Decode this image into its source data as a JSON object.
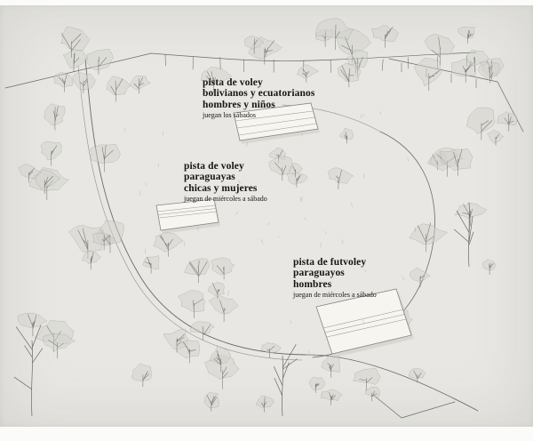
{
  "sketch": {
    "type": "hand-drawn park site plan",
    "paper_color": "#e8e7e3",
    "pencil_color": "#5d5d5b",
    "court_fill": "#f6f5f0"
  },
  "annotations": [
    {
      "title": "pista de voley",
      "group1": "bolivianos y ecuatorianos",
      "group2": "hombres y niños",
      "note": "juegan los sábados"
    },
    {
      "title": "pista de voley",
      "group1": "paraguayas",
      "group2": "chicas y mujeres",
      "note": "juegan de miércoles a sábado"
    },
    {
      "title": "pista de futvoley",
      "group1": "paraguayos",
      "group2": "hombres",
      "note": "juegan de miércoles a sábado"
    }
  ]
}
